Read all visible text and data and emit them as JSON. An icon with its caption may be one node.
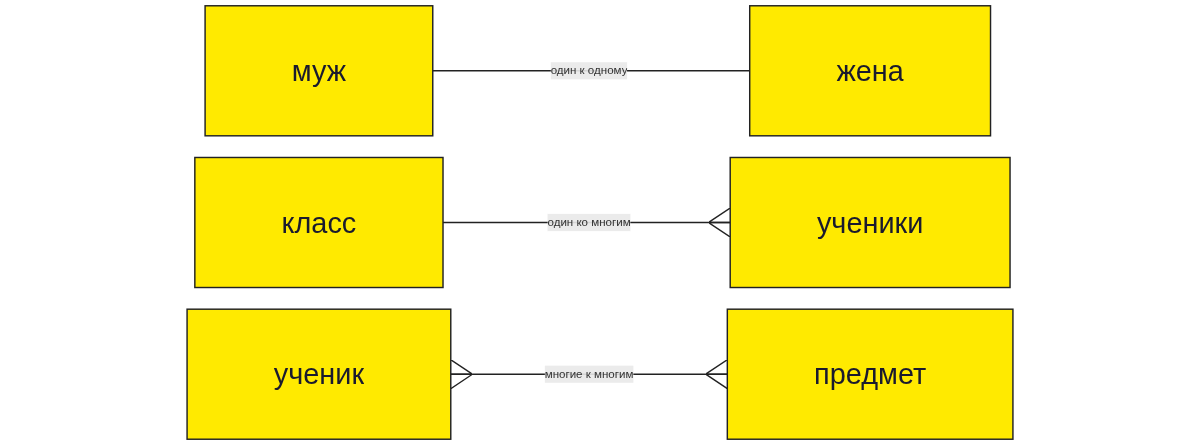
{
  "diagram": {
    "nodes": [
      {
        "text": [
          "муж"
        ]
      },
      {
        "text": [
          "жена"
        ]
      },
      {
        "text": [
          "класс"
        ]
      },
      {
        "text": [
          "ученики"
        ]
      },
      {
        "text": [
          "ученик"
        ]
      },
      {
        "text": [
          "предмет"
        ]
      }
    ],
    "edges": [
      {
        "from": 0,
        "to": 1,
        "arrow": "none",
        "label": "один к одному"
      },
      {
        "from": 2,
        "to": 3,
        "arrow": "other",
        "label": "один ко многим"
      },
      {
        "from": 4,
        "to": 5,
        "arrow": "other",
        "label": "многие к многим"
      }
    ]
  }
}
